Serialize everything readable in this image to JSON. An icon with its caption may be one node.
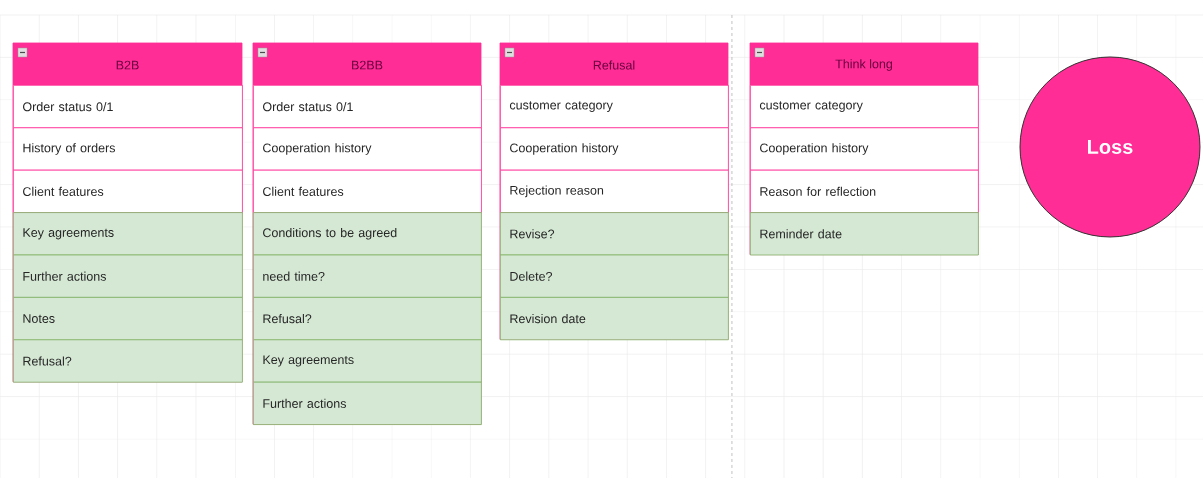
{
  "diagram": {
    "nodes": [
      {
        "text": [
          "B2B"
        ]
      },
      {
        "text": [
          "Order status 0/1"
        ],
        "in": 0
      },
      {
        "text": [
          "History of orders"
        ],
        "in": 0
      },
      {
        "text": [
          "Client features"
        ],
        "in": 0
      },
      {
        "text": [
          "Key agreements"
        ],
        "in": 0
      },
      {
        "text": [
          "Further actions"
        ],
        "in": 0
      },
      {
        "text": [
          "Notes"
        ],
        "in": 0
      },
      {
        "text": [
          "Refusal?"
        ],
        "in": 0
      },
      {
        "text": [
          "B2BB"
        ]
      },
      {
        "text": [
          "Order status 0/1"
        ],
        "in": 8
      },
      {
        "text": [
          "Cooperation history"
        ],
        "in": 8
      },
      {
        "text": [
          "Client features"
        ],
        "in": 8
      },
      {
        "text": [
          "Conditions to be agreed"
        ],
        "in": 8
      },
      {
        "text": [
          "need time?"
        ],
        "in": 8
      },
      {
        "text": [
          "Refusal?"
        ],
        "in": 8
      },
      {
        "text": [
          "Key agreements"
        ],
        "in": 8
      },
      {
        "text": [
          "Further actions"
        ],
        "in": 8
      },
      {
        "text": [
          "Refusal"
        ]
      },
      {
        "text": [
          "customer category"
        ],
        "in": 17
      },
      {
        "text": [
          "Cooperation history"
        ],
        "in": 17
      },
      {
        "text": [
          "Rejection reason"
        ],
        "in": 17
      },
      {
        "text": [
          "Revise?"
        ],
        "in": 17
      },
      {
        "text": [
          "Delete?"
        ],
        "in": 17
      },
      {
        "text": [
          "Revision date"
        ],
        "in": 17
      },
      {
        "text": [
          "Think long"
        ]
      },
      {
        "text": [
          "customer category"
        ],
        "in": 24
      },
      {
        "text": [
          "Cooperation history"
        ],
        "in": 24
      },
      {
        "text": [
          "Reason for reflection"
        ],
        "in": 24
      },
      {
        "text": [
          "Reminder date"
        ],
        "in": 24
      },
      {
        "text": [
          "Loss"
        ]
      }
    ]
  }
}
